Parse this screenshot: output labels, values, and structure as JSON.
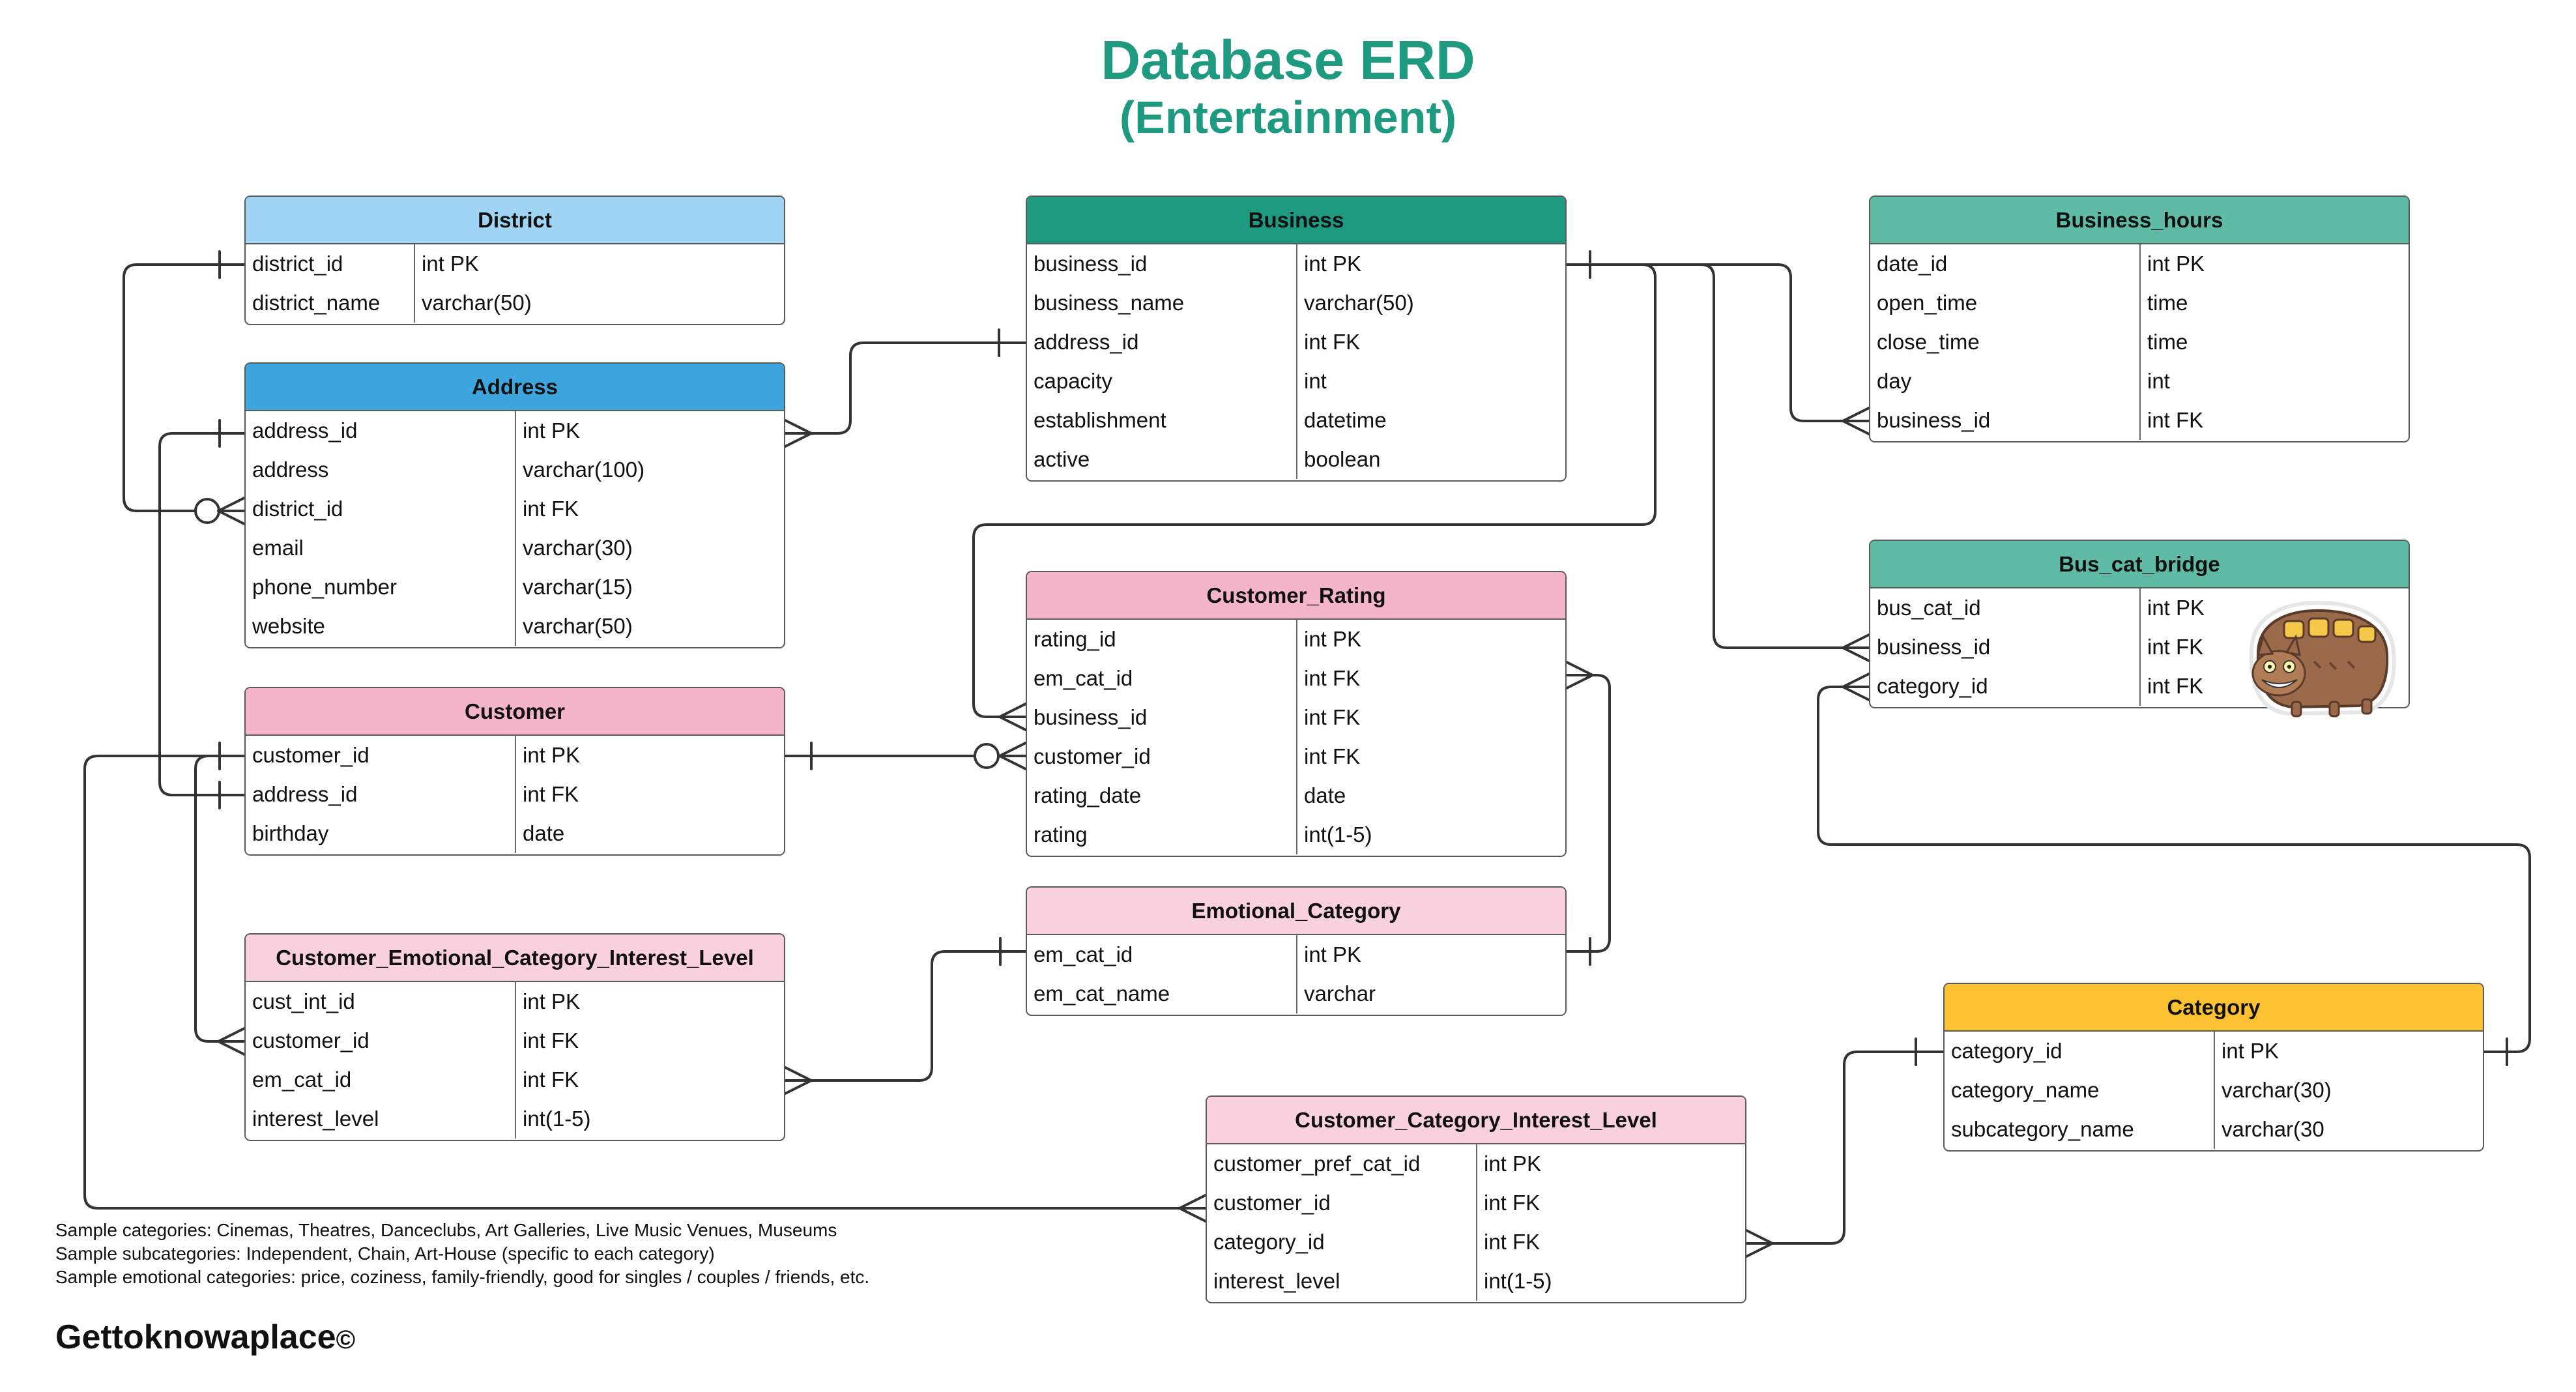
{
  "title": "Database ERD",
  "subtitle": "(Entertainment)",
  "colors": {
    "title": "#1d9a80",
    "district": "#9fd4f5",
    "address": "#3ea6de",
    "business": "#1d9a80",
    "business_hours": "#5fbba6",
    "bus_cat_bridge": "#5fbba6",
    "customer_rating": "#f4b5ca",
    "customer": "#f4b5ca",
    "emotional_category": "#f9d1de",
    "customer_emotional": "#f9d1de",
    "customer_category": "#f9d1de",
    "category": "#fcc232"
  },
  "entities": {
    "district": {
      "name": "District",
      "rows": [
        {
          "field": "district_id",
          "type": "int PK"
        },
        {
          "field": "district_name",
          "type": "varchar(50)"
        }
      ]
    },
    "address": {
      "name": "Address",
      "rows": [
        {
          "field": "address_id",
          "type": "int PK"
        },
        {
          "field": "address",
          "type": "varchar(100)"
        },
        {
          "field": "district_id",
          "type": "int FK"
        },
        {
          "field": "email",
          "type": "varchar(30)"
        },
        {
          "field": "phone_number",
          "type": "varchar(15)"
        },
        {
          "field": "website",
          "type": "varchar(50)"
        }
      ]
    },
    "customer": {
      "name": "Customer",
      "rows": [
        {
          "field": "customer_id",
          "type": "int PK"
        },
        {
          "field": "address_id",
          "type": "int FK"
        },
        {
          "field": "birthday",
          "type": "date"
        }
      ]
    },
    "customer_emotional": {
      "name": "Customer_Emotional_Category_Interest_Level",
      "rows": [
        {
          "field": "cust_int_id",
          "type": "int PK"
        },
        {
          "field": "customer_id",
          "type": "int FK"
        },
        {
          "field": "em_cat_id",
          "type": "int FK"
        },
        {
          "field": "interest_level",
          "type": "int(1-5)"
        }
      ]
    },
    "business": {
      "name": "Business",
      "rows": [
        {
          "field": "business_id",
          "type": "int PK"
        },
        {
          "field": "business_name",
          "type": "varchar(50)"
        },
        {
          "field": "address_id",
          "type": "int FK"
        },
        {
          "field": "capacity",
          "type": "int"
        },
        {
          "field": "establishment",
          "type": "datetime"
        },
        {
          "field": "active",
          "type": "boolean"
        }
      ]
    },
    "customer_rating": {
      "name": "Customer_Rating",
      "rows": [
        {
          "field": "rating_id",
          "type": "int PK"
        },
        {
          "field": "em_cat_id",
          "type": "int FK"
        },
        {
          "field": "business_id",
          "type": "int FK"
        },
        {
          "field": "customer_id",
          "type": "int FK"
        },
        {
          "field": "rating_date",
          "type": "date"
        },
        {
          "field": "rating",
          "type": "int(1-5)"
        }
      ]
    },
    "emotional_category": {
      "name": "Emotional_Category",
      "rows": [
        {
          "field": "em_cat_id",
          "type": "int PK"
        },
        {
          "field": "em_cat_name",
          "type": "varchar"
        }
      ]
    },
    "customer_category": {
      "name": "Customer_Category_Interest_Level",
      "rows": [
        {
          "field": "customer_pref_cat_id",
          "type": "int PK"
        },
        {
          "field": "customer_id",
          "type": "int FK"
        },
        {
          "field": "category_id",
          "type": "int FK"
        },
        {
          "field": "interest_level",
          "type": "int(1-5)"
        }
      ]
    },
    "business_hours": {
      "name": "Business_hours",
      "rows": [
        {
          "field": "date_id",
          "type": "int PK"
        },
        {
          "field": "open_time",
          "type": "time"
        },
        {
          "field": "close_time",
          "type": "time"
        },
        {
          "field": "day",
          "type": "int"
        },
        {
          "field": "business_id",
          "type": "int FK"
        }
      ]
    },
    "bus_cat_bridge": {
      "name": "Bus_cat_bridge",
      "rows": [
        {
          "field": "bus_cat_id",
          "type": "int PK"
        },
        {
          "field": "business_id",
          "type": "int FK"
        },
        {
          "field": "category_id",
          "type": "int FK"
        }
      ]
    },
    "category": {
      "name": "Category",
      "rows": [
        {
          "field": "category_id",
          "type": "int PK"
        },
        {
          "field": "category_name",
          "type": "varchar(30)"
        },
        {
          "field": "subcategory_name",
          "type": "varchar(30"
        }
      ]
    }
  },
  "notes": [
    "Sample categories: Cinemas, Theatres, Danceclubs, Art Galleries, Live Music Venues, Museums",
    "Sample subcategories: Independent, Chain, Art-House (specific to each category)",
    "Sample emotional categories: price, coziness, family-friendly, good for singles / couples / friends, etc."
  ],
  "brand": "Gettoknowaplace",
  "brand_mark": "©",
  "mascot_icon": "catbus-sticker-icon"
}
